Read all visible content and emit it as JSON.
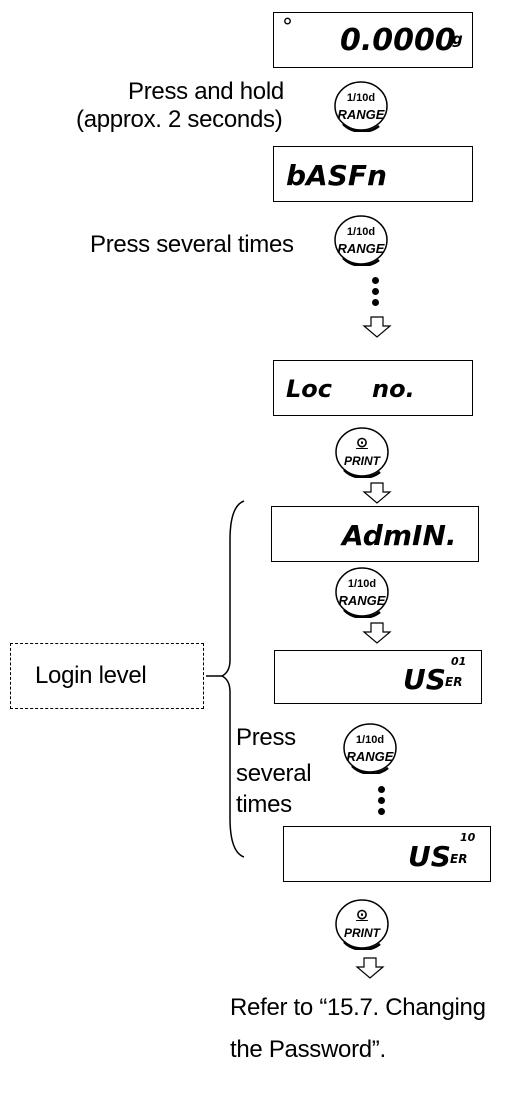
{
  "displays": {
    "weight": {
      "unit_dot": "°",
      "value": "0.0000",
      "unit": "g"
    },
    "basfn": "bASFn",
    "loc": {
      "left": "Loc",
      "right": "no."
    },
    "admin": "AdmIN.",
    "user01": {
      "text": "US",
      "small": "ER",
      "index": "01"
    },
    "user10": {
      "text": "US",
      "small": "ER",
      "index": "10"
    }
  },
  "keys": {
    "range_top": "1/10d",
    "range_bottom": "RANGE",
    "print_top": "⊙",
    "print_bottom": "PRINT"
  },
  "labels": {
    "press_hold_1": "Press and hold",
    "press_hold_2": "(approx. 2 seconds)",
    "press_several": "Press several times",
    "login_level": "Login level",
    "press_multi_1": "Press",
    "press_multi_2": "several",
    "press_multi_3": "times",
    "refer_1": "Refer to “15.7. Changing",
    "refer_2": "the Password”."
  }
}
